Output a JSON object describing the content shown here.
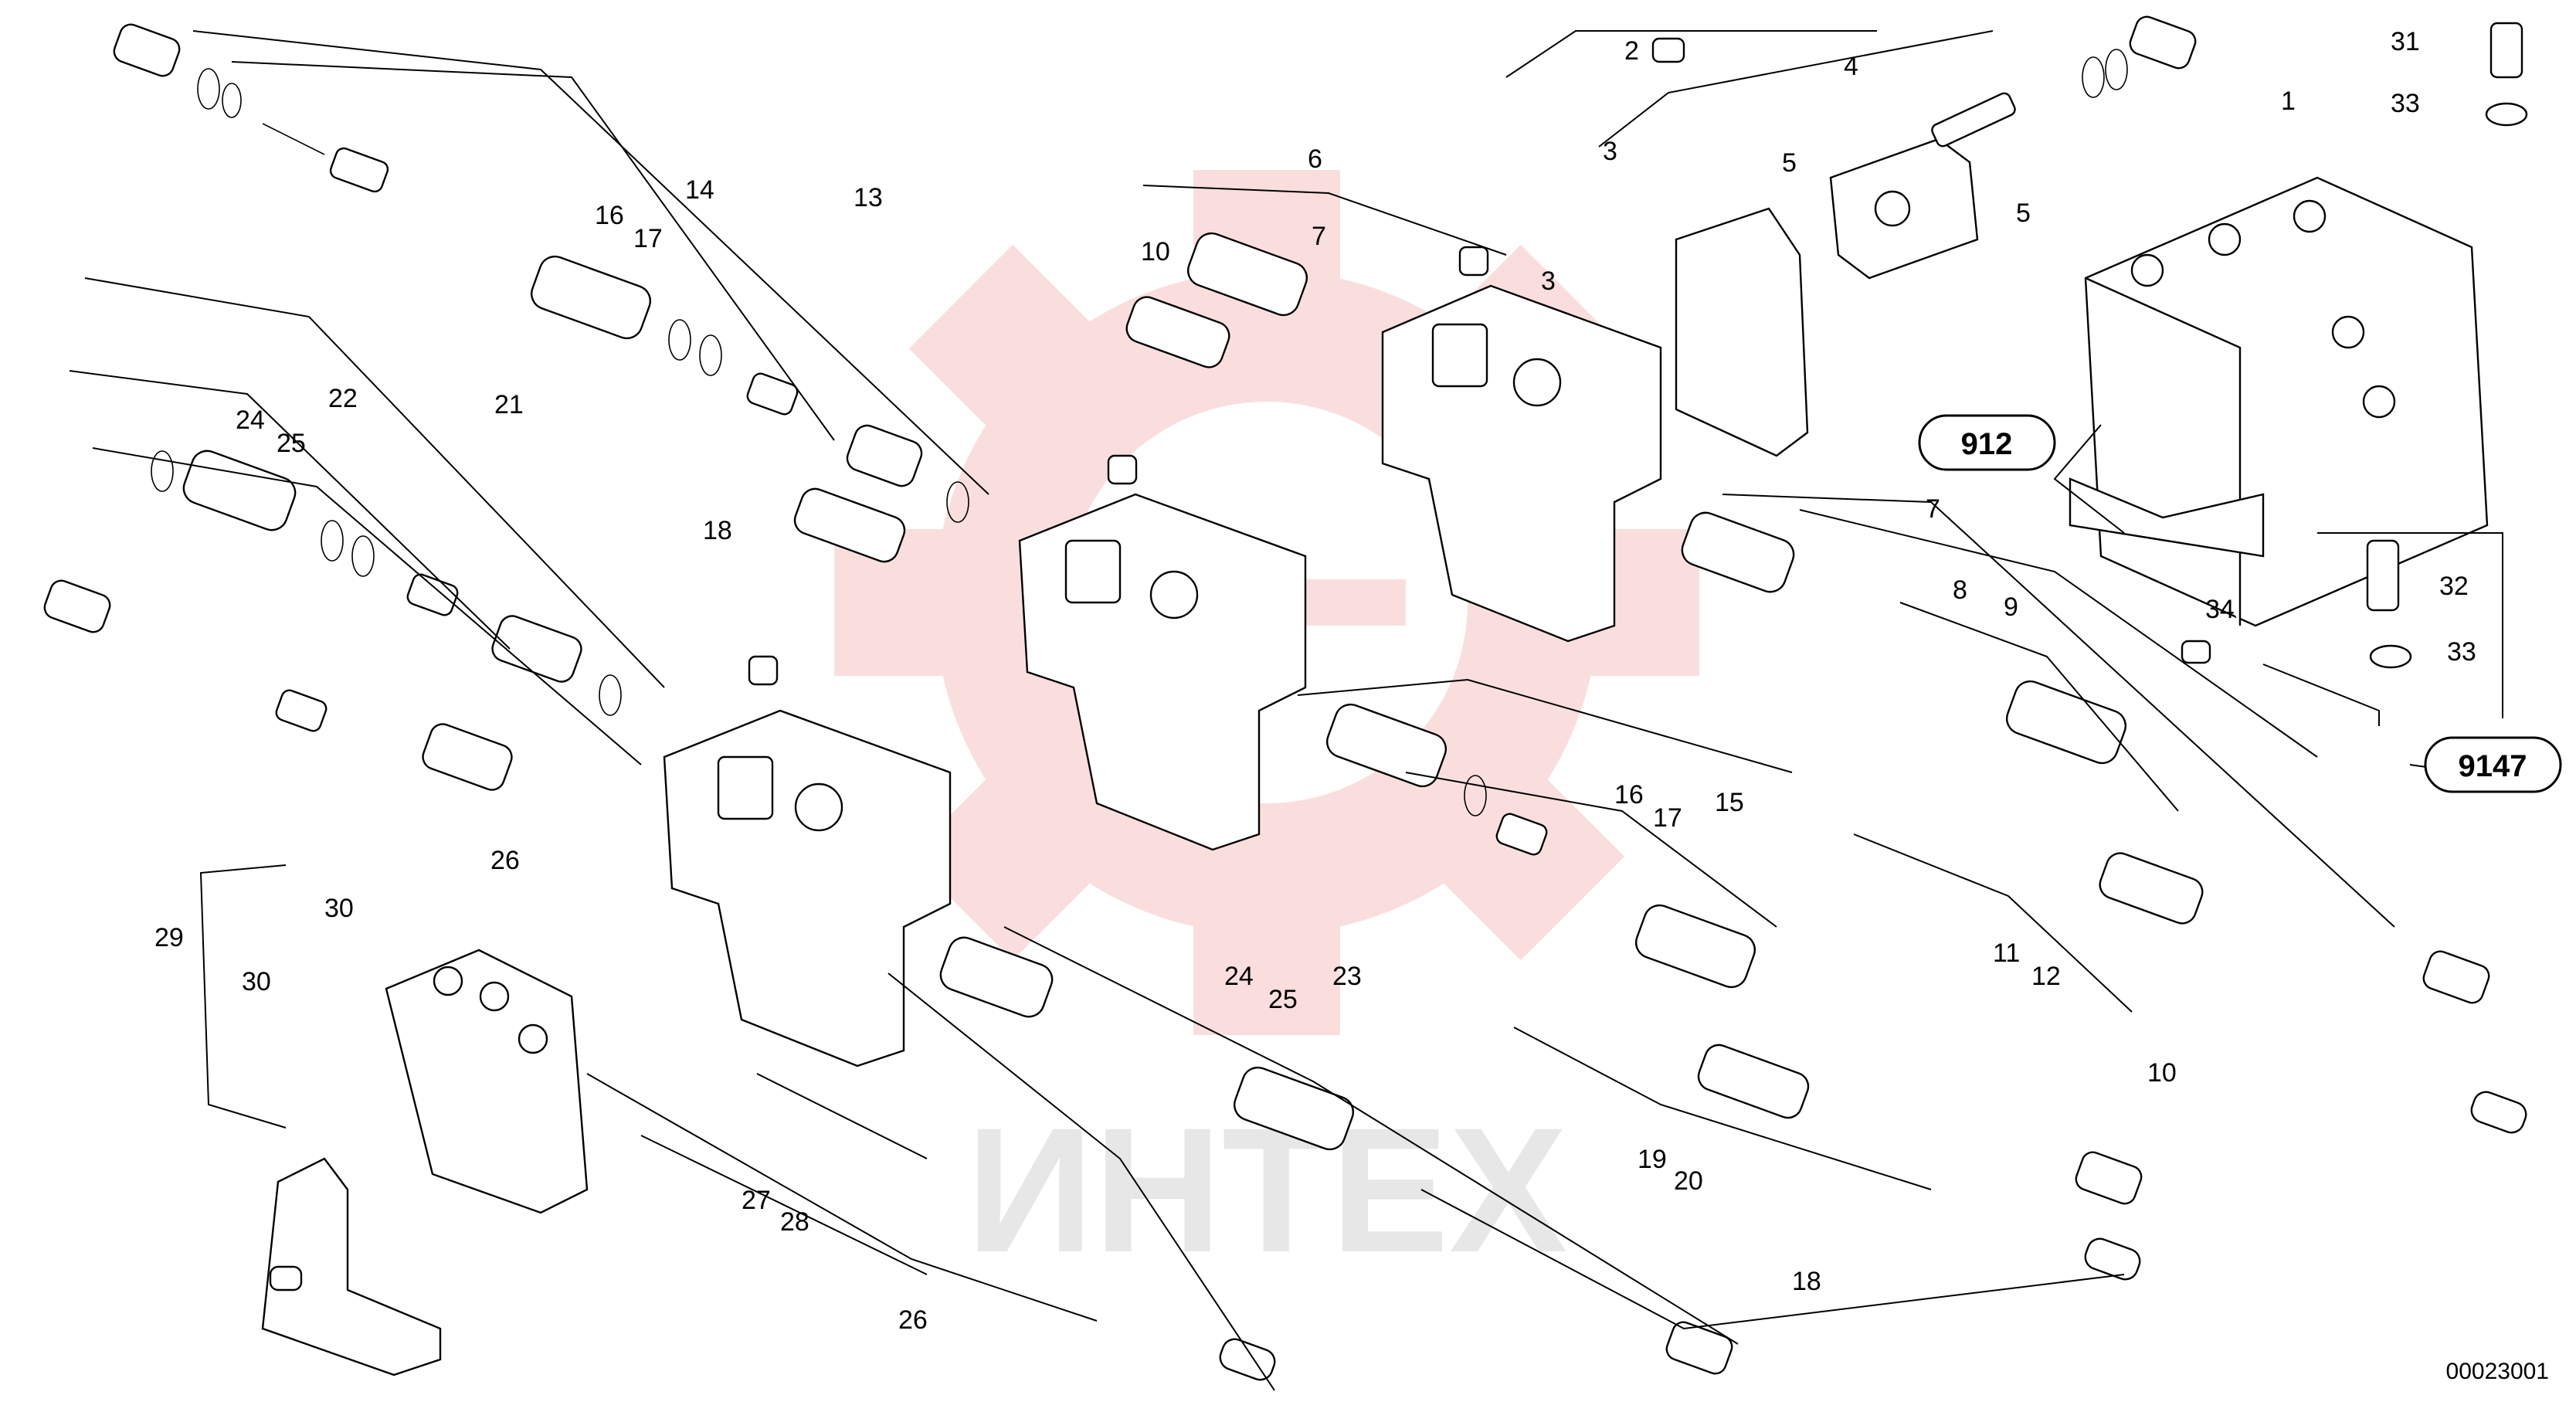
{
  "diagram": {
    "title": "",
    "drawing_number": "00023001",
    "watermark_text": "ИНТЕХ",
    "watermark_color": "#f0a0a0",
    "part_labels": [
      "1",
      "2",
      "3",
      "3",
      "4",
      "5",
      "5",
      "6",
      "7",
      "7",
      "8",
      "9",
      "10",
      "10",
      "11",
      "12",
      "13",
      "14",
      "15",
      "16",
      "17",
      "16",
      "17",
      "18",
      "18",
      "19",
      "20",
      "21",
      "22",
      "23",
      "24",
      "25",
      "24",
      "25",
      "26",
      "26",
      "27",
      "28",
      "29",
      "30",
      "30",
      "31",
      "32",
      "33",
      "33",
      "34"
    ],
    "reference_boxes": [
      "912",
      "9147"
    ]
  }
}
